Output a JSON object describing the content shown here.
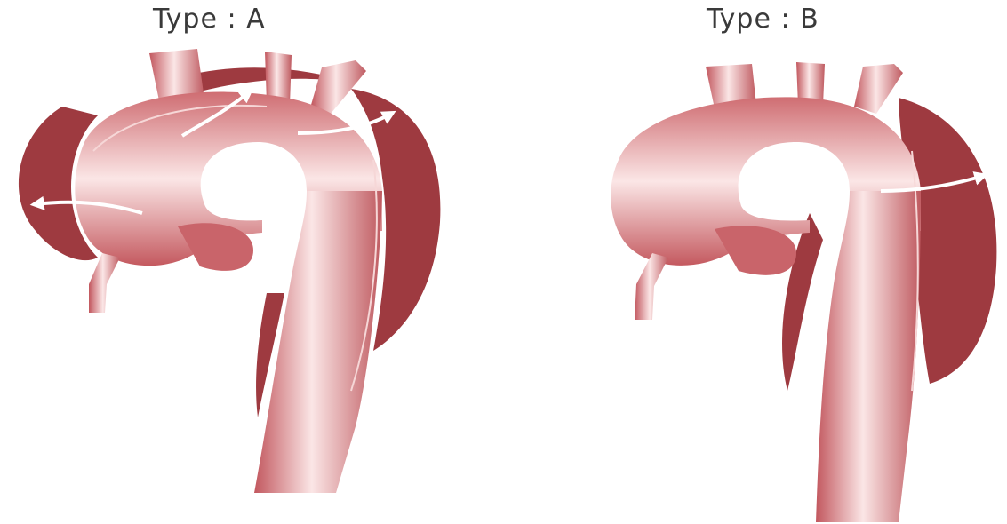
{
  "panels": [
    {
      "id": "a",
      "title": "Type : A",
      "dissection_extent": "ascending-and-descending"
    },
    {
      "id": "b",
      "title": "Type : B",
      "dissection_extent": "descending-only"
    }
  ],
  "colors": {
    "background": "#ffffff",
    "false_lumen": "#9e3a40",
    "aorta_wall": "#c9646a",
    "aorta_highlight": "#fbe8e8",
    "arrow": "#ffffff",
    "title_text": "#3a3a3a"
  }
}
